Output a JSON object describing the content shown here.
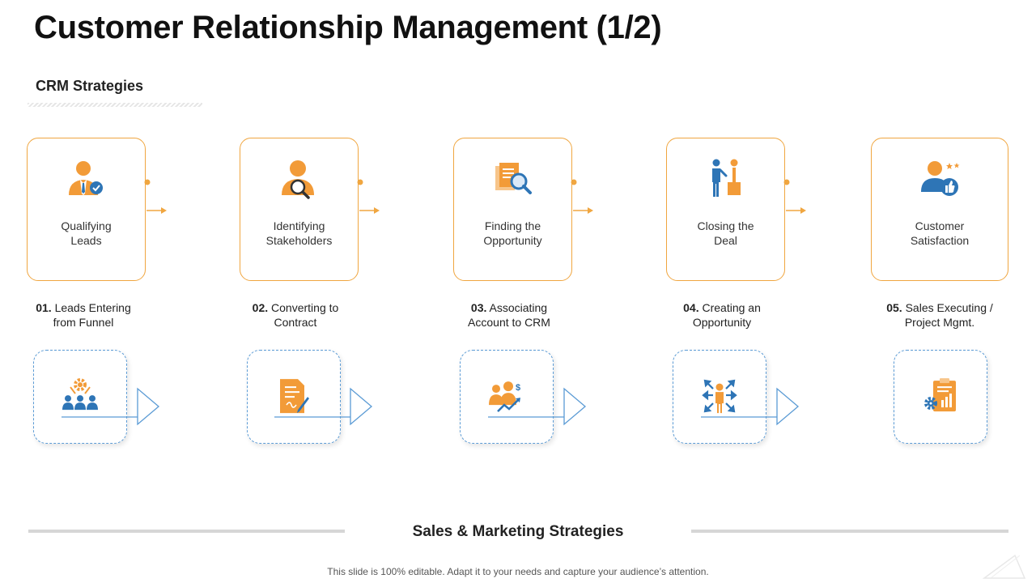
{
  "title": "Customer Relationship Management (1/2)",
  "subtitle": "CRM Strategies",
  "cards": [
    {
      "label": "Qualifying\nLeads",
      "icon": "businessman-check-icon"
    },
    {
      "label": "Identifying\nStakeholders",
      "icon": "user-search-icon"
    },
    {
      "label": "Finding the\nOpportunity",
      "icon": "documents-search-icon"
    },
    {
      "label": "Closing the\nDeal",
      "icon": "person-podium-icon"
    },
    {
      "label": "Customer\nSatisfaction",
      "icon": "user-thumbs-up-icon"
    }
  ],
  "steps": [
    {
      "num": "01.",
      "text": "Leads Entering\nfrom Funnel",
      "icon": "team-gear-icon"
    },
    {
      "num": "02.",
      "text": "Converting to\nContract",
      "icon": "contract-signing-icon"
    },
    {
      "num": "03.",
      "text": "Associating\nAccount to CRM",
      "icon": "people-growth-icon"
    },
    {
      "num": "04.",
      "text": "Creating an\nOpportunity",
      "icon": "person-arrows-icon"
    },
    {
      "num": "05.",
      "text": "Sales Executing /\nProject Mgmt.",
      "icon": "clipboard-chart-gear-icon"
    }
  ],
  "bottom_title": "Sales & Marketing Strategies",
  "footer": "This slide is 100% editable. Adapt it to your needs and capture your audience’s attention.",
  "colors": {
    "orange": "#f0a640",
    "icon_orange": "#f29b38",
    "blue": "#5b9bd5",
    "icon_blue": "#2e75b6"
  }
}
